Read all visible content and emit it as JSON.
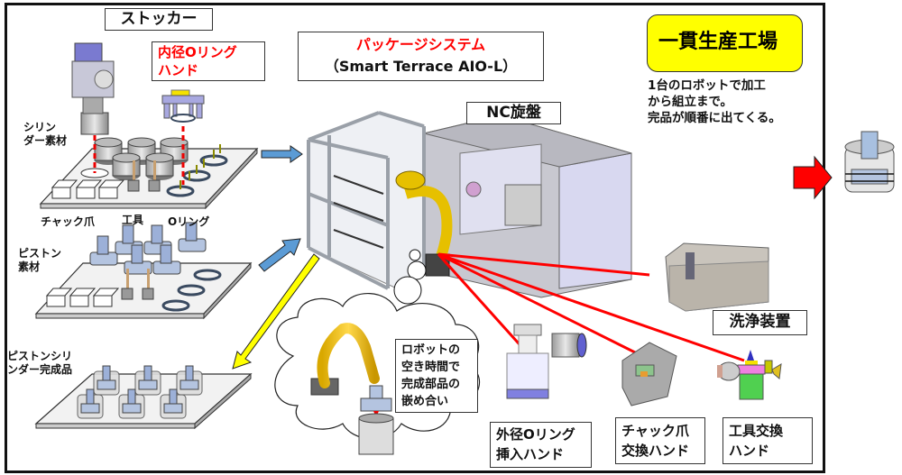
{
  "title": "一貫生産工場",
  "title_description": [
    "1台のロボットで加工",
    "から組立まで。",
    "完品が順番に出てくる。"
  ],
  "stocker": {
    "label": "ストッカー",
    "cylinder_material": [
      "シリン",
      "ダー素材"
    ],
    "chuck_jaw": "チャック爪",
    "tool": "工具",
    "o_ring": "Oリング",
    "inner_oring_hand": [
      "内径Oリング",
      "ハンド"
    ],
    "piston_material": [
      "ピストン",
      "素材"
    ],
    "finished_product": [
      "ピストンシリ",
      "ンダー完成品"
    ]
  },
  "package_system": {
    "title": "パッケージシステム",
    "subtitle": "（Smart Terrace AIO-L）"
  },
  "nc_lathe": "NC旋盤",
  "washer": "洗浄装置",
  "robot_bubble": [
    "ロボットの",
    "空き時間で",
    "完成部品の",
    "嵌め合い"
  ],
  "hands": {
    "outer_oring": [
      "外径Oリング",
      "挿入ハンド"
    ],
    "chuck_jaw_change": [
      "チャック爪",
      "交換ハンド"
    ],
    "tool_change": [
      "工具交換",
      "ハンド"
    ]
  },
  "colors": {
    "title_bg": "#ffff00",
    "accent_red": "#ff0000",
    "flow_blue": "#5b9bd5",
    "flow_yellow": "#ffff00",
    "robot_yellow": "#f2c200",
    "machine_gray": "#c8c8d0",
    "machine_lilac": "#d8d8f0"
  }
}
